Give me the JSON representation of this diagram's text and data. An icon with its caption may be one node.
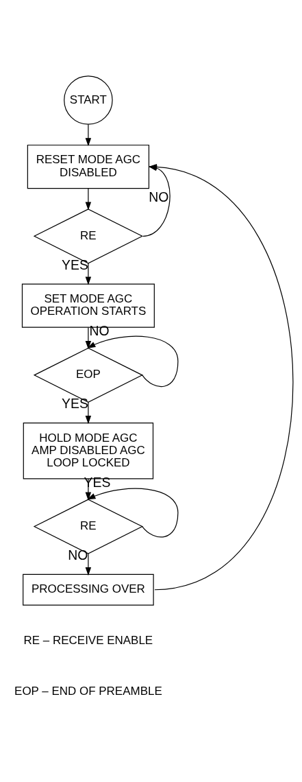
{
  "diagram": {
    "nodes": [
      {
        "text": [
          "START"
        ]
      },
      {
        "text": [
          "RESET MODE AGC DISABLED"
        ]
      },
      {
        "text": [
          "RE"
        ]
      },
      {
        "text": [
          "SET MODE AGC OPERATION STARTS"
        ]
      },
      {
        "text": [
          "EOP"
        ]
      },
      {
        "text": [
          "HOLD MODE AGC AMP DISABLED AGC LOOP LOCKED"
        ]
      },
      {
        "text": [
          "RE"
        ]
      },
      {
        "text": [
          "PROCESSING OVER"
        ]
      }
    ],
    "edges": [
      {
        "from": 0,
        "to": 1,
        "arrow": "to"
      },
      {
        "from": 1,
        "to": 2,
        "arrow": "to"
      },
      {
        "from": 2,
        "to": 1,
        "arrow": "to",
        "label": "NO"
      },
      {
        "from": 2,
        "to": 3,
        "arrow": "to",
        "label": "YES"
      },
      {
        "from": 3,
        "to": 4,
        "arrow": "to"
      },
      {
        "from": 4,
        "to": 4,
        "arrow": "to",
        "label": "NO"
      },
      {
        "from": 4,
        "to": 5,
        "arrow": "to",
        "label": "YES"
      },
      {
        "from": 5,
        "to": 6,
        "arrow": "to"
      },
      {
        "from": 6,
        "to": 6,
        "arrow": "to",
        "label": "YES"
      },
      {
        "from": 6,
        "to": 7,
        "arrow": "to",
        "label": "NO"
      },
      {
        "from": 7,
        "to": 1,
        "arrow": "to"
      }
    ],
    "labels": [
      "RE – RECEIVE ENABLE",
      "EOP – END OF PREAMBLE"
    ]
  }
}
